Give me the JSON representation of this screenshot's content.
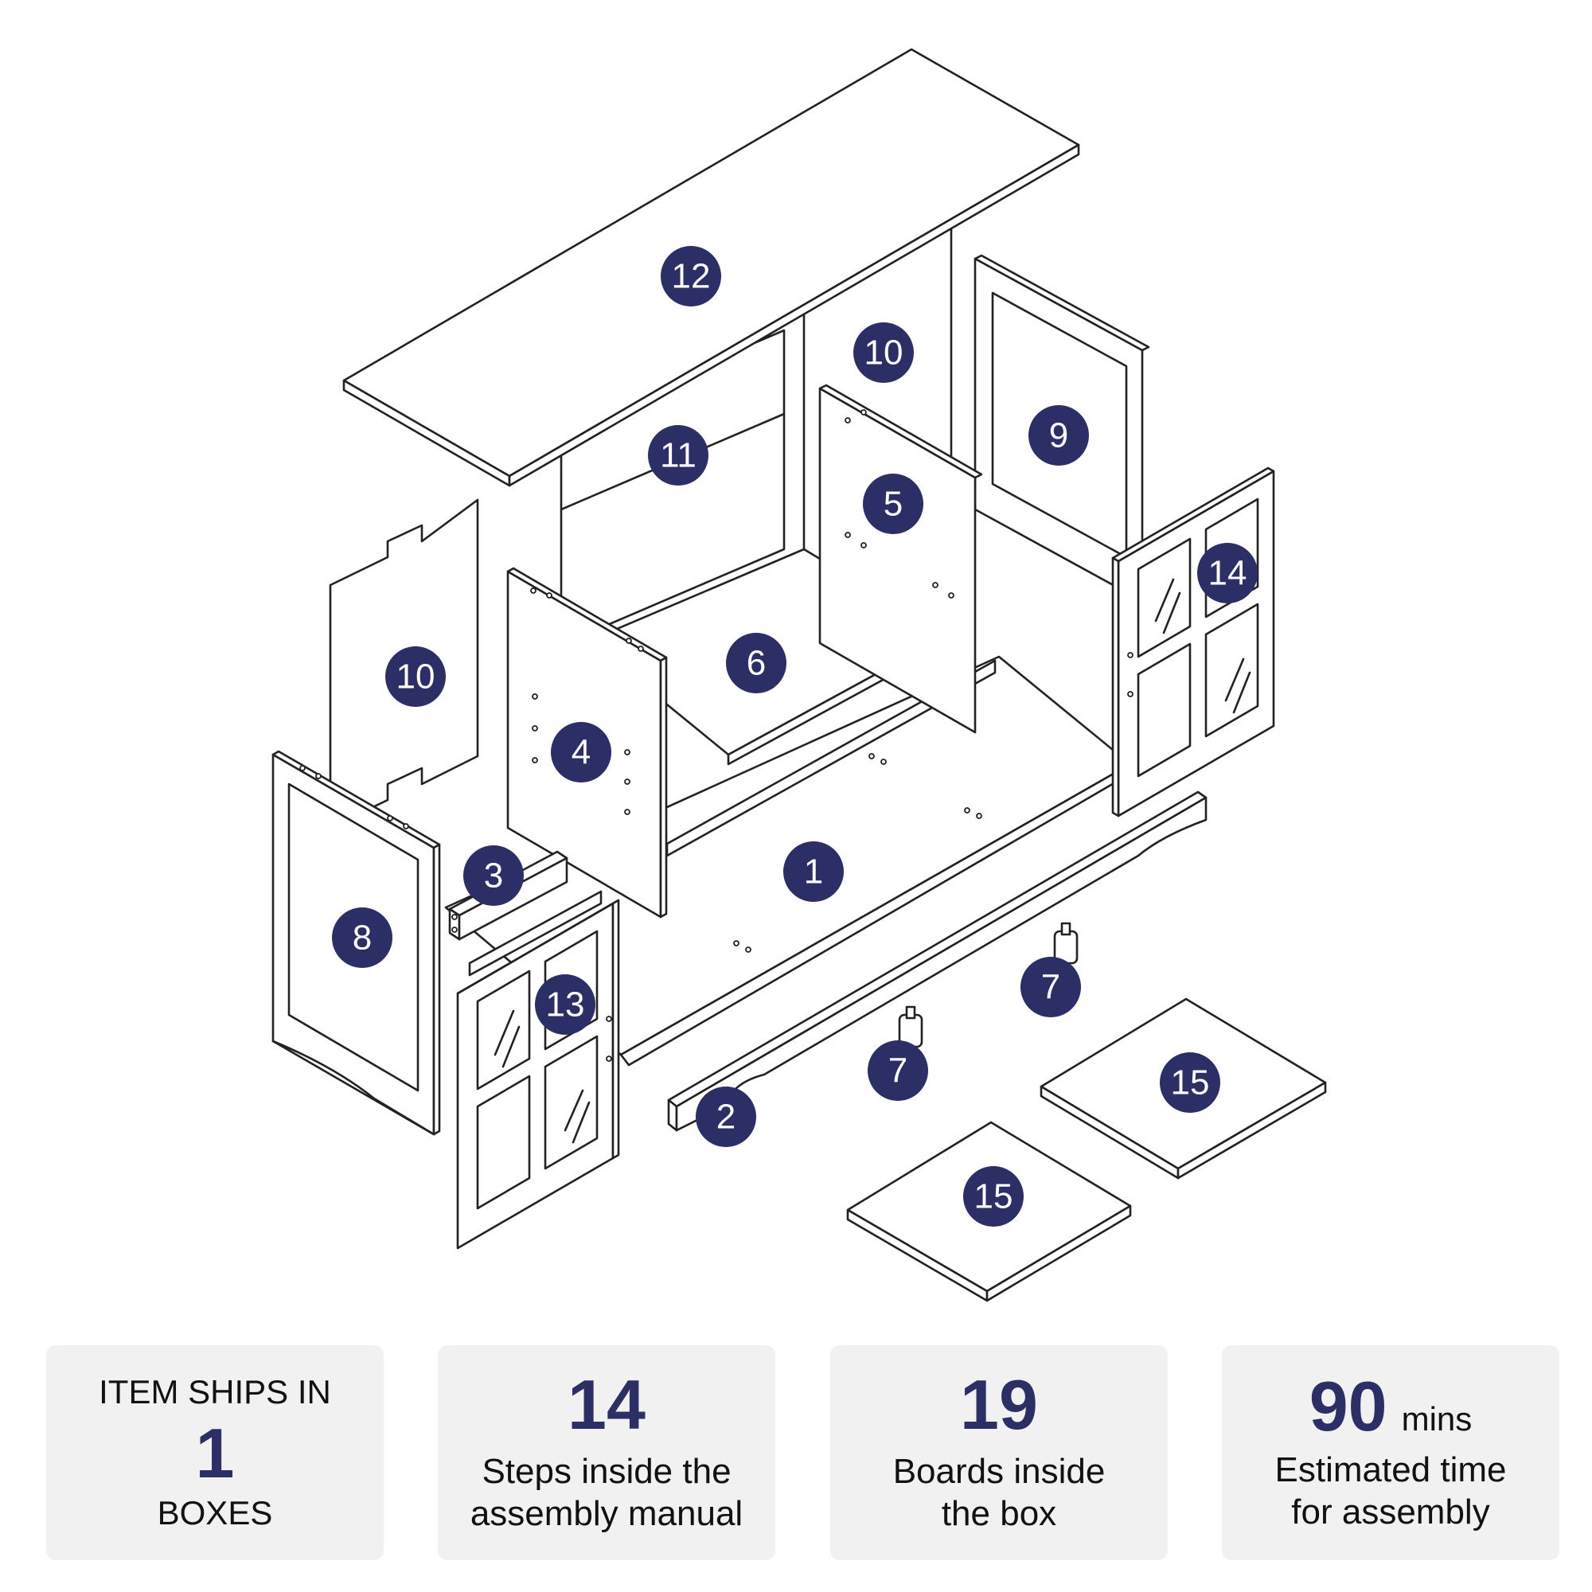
{
  "diagram": {
    "callouts": [
      "12",
      "10",
      "9",
      "11",
      "5",
      "14",
      "10",
      "6",
      "4",
      "3",
      "1",
      "8",
      "13",
      "7",
      "7",
      "15",
      "2",
      "15"
    ]
  },
  "stats": [
    {
      "top": "ITEM SHIPS IN",
      "value": "1",
      "label": "BOXES"
    },
    {
      "value": "14",
      "label_line1": "Steps inside the",
      "label_line2": "assembly manual"
    },
    {
      "value": "19",
      "label_line1": "Boards inside",
      "label_line2": "the box"
    },
    {
      "value": "90",
      "unit": "mins",
      "label_line1": "Estimated time",
      "label_line2": "for assembly"
    }
  ],
  "colors": {
    "badge": "#2c2e66",
    "card_bg": "#f1f1f1",
    "line": "#222222"
  }
}
